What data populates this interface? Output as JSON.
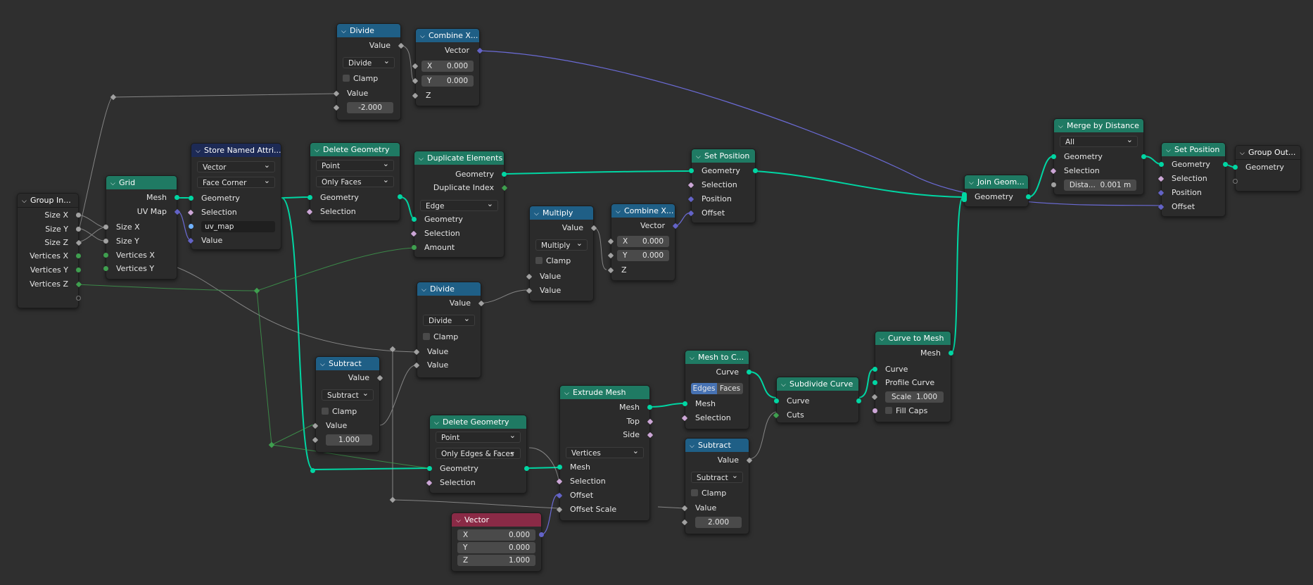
{
  "nodes": {
    "group_input": {
      "title": "Group In...",
      "outputs": [
        "Size X",
        "Size Y",
        "Size Z",
        "Vertices X",
        "Vertices Y",
        "Vertices Z"
      ]
    },
    "grid": {
      "title": "Grid",
      "outputs": [
        "Mesh",
        "UV Map"
      ],
      "inputs": [
        "Size X",
        "Size Y",
        "Vertices X",
        "Vertices Y"
      ]
    },
    "store_named": {
      "title": "Store Named Attri...",
      "data_type": "Vector",
      "domain": "Face Corner",
      "inputs": [
        "Geometry",
        "Selection",
        "Value"
      ],
      "name_value": "uv_map"
    },
    "delete_geo_1": {
      "title": "Delete Geometry",
      "domain": "Point",
      "mode": "Only Faces",
      "inputs": [
        "Geometry",
        "Selection"
      ]
    },
    "divide_top": {
      "title": "Divide",
      "output": "Value",
      "operation": "Divide",
      "clamp": "Clamp",
      "input": "Value",
      "value": "-2.000"
    },
    "combine_top": {
      "title": "Combine X...",
      "output": "Vector",
      "x_label": "X",
      "x": "0.000",
      "y_label": "Y",
      "y": "0.000",
      "z_label": "Z"
    },
    "duplicate": {
      "title": "Duplicate Elements",
      "outputs": [
        "Geometry",
        "Duplicate Index"
      ],
      "domain": "Edge",
      "inputs": [
        "Geometry",
        "Selection",
        "Amount"
      ]
    },
    "multiply": {
      "title": "Multiply",
      "output": "Value",
      "operation": "Multiply",
      "clamp": "Clamp",
      "inputs": [
        "Value",
        "Value"
      ]
    },
    "combine_mid": {
      "title": "Combine X...",
      "output": "Vector",
      "x_label": "X",
      "x": "0.000",
      "y_label": "Y",
      "y": "0.000",
      "z_label": "Z"
    },
    "set_pos_1": {
      "title": "Set Position",
      "inputs": [
        "Geometry",
        "Selection",
        "Position",
        "Offset"
      ]
    },
    "divide_mid": {
      "title": "Divide",
      "output": "Value",
      "operation": "Divide",
      "clamp": "Clamp",
      "inputs": [
        "Value",
        "Value"
      ]
    },
    "subtract_left": {
      "title": "Subtract",
      "output": "Value",
      "operation": "Subtract",
      "clamp": "Clamp",
      "input": "Value",
      "value": "1.000"
    },
    "delete_geo_2": {
      "title": "Delete Geometry",
      "domain": "Point",
      "mode": "Only Edges & Faces",
      "inputs": [
        "Geometry",
        "Selection"
      ]
    },
    "vector": {
      "title": "Vector",
      "x_label": "X",
      "x": "0.000",
      "y_label": "Y",
      "y": "0.000",
      "z_label": "Z",
      "z": "1.000"
    },
    "extrude": {
      "title": "Extrude Mesh",
      "outputs": [
        "Mesh",
        "Top",
        "Side"
      ],
      "mode": "Vertices",
      "inputs": [
        "Mesh",
        "Selection",
        "Offset",
        "Offset Scale"
      ]
    },
    "mesh_to_curve": {
      "title": "Mesh to C...",
      "output": "Curve",
      "modes": [
        "Edges",
        "Faces"
      ],
      "inputs": [
        "Mesh",
        "Selection"
      ]
    },
    "subtract_bottom": {
      "title": "Subtract",
      "output": "Value",
      "operation": "Subtract",
      "clamp": "Clamp",
      "input": "Value",
      "value": "2.000"
    },
    "subdivide": {
      "title": "Subdivide Curve",
      "inputs": [
        "Curve",
        "Cuts"
      ]
    },
    "curve_to_mesh": {
      "title": "Curve to Mesh",
      "output": "Mesh",
      "inputs": [
        "Curve",
        "Profile Curve"
      ],
      "scale_label": "Scale",
      "scale": "1.000",
      "fill_caps": "Fill Caps"
    },
    "join": {
      "title": "Join Geom...",
      "input": "Geometry"
    },
    "merge": {
      "title": "Merge by Distance",
      "mode": "All",
      "inputs": [
        "Geometry",
        "Selection"
      ],
      "dist_label": "Dista...",
      "dist": "0.001 m"
    },
    "set_pos_2": {
      "title": "Set Position",
      "inputs": [
        "Geometry",
        "Selection",
        "Position",
        "Offset"
      ]
    },
    "group_output": {
      "title": "Group Out...",
      "input": "Geometry"
    }
  },
  "colors": {
    "geometry": "#00d6a3",
    "float": "#a1a1a1",
    "vector": "#6363c7",
    "integer": "#3f9f4f",
    "boolean": "#cca6d6",
    "string": "#70b2ff",
    "header_geometry": "#1f7a63",
    "header_math": "#1f5f86",
    "header_attribute": "#1d2a55",
    "header_vector": "#8a2a46"
  }
}
